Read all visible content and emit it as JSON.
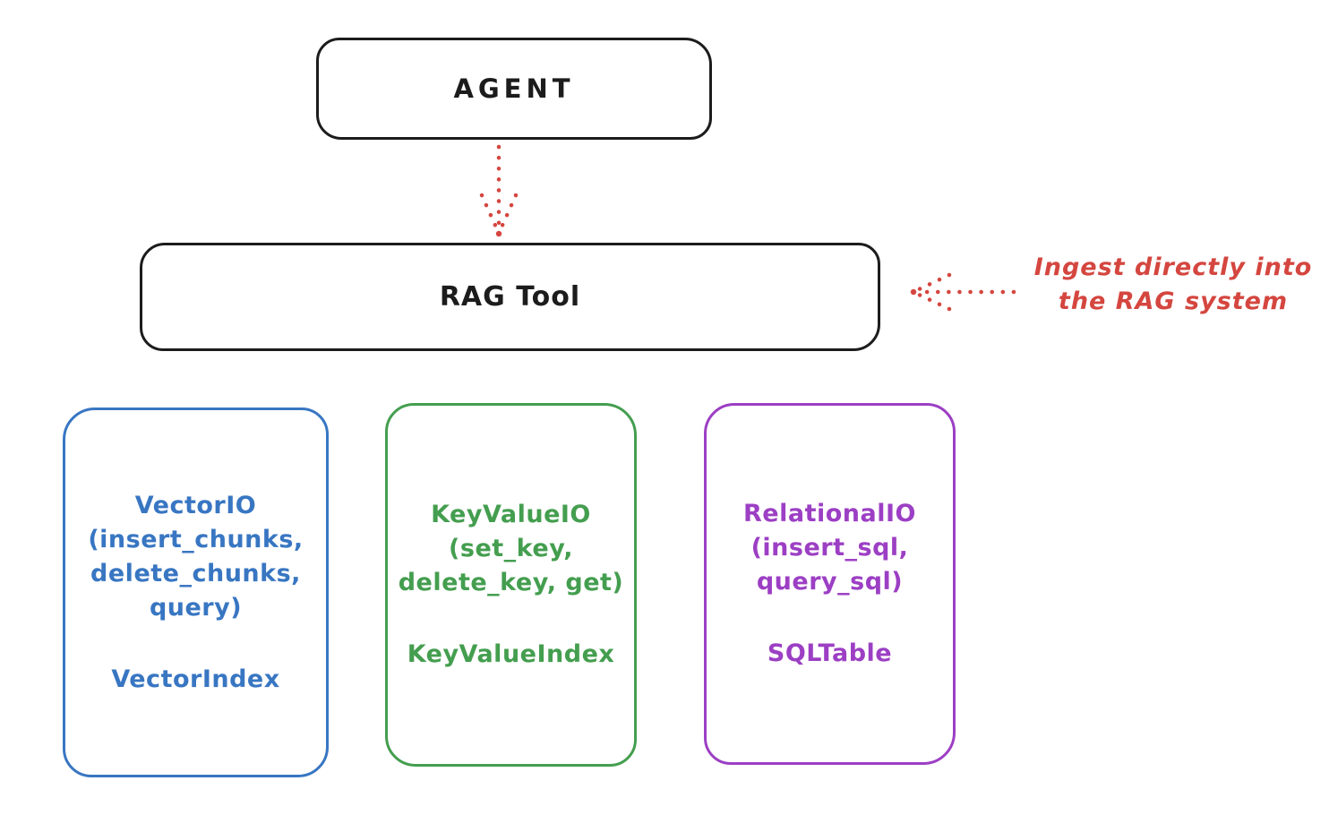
{
  "colors": {
    "stroke": "#1c1c1c",
    "red": "#d4463f",
    "blue": "#3876c2",
    "green": "#449e4f",
    "purple": "#9c3fc4",
    "background": "#ffffff"
  },
  "agent": {
    "label": "AGENT"
  },
  "rag_tool": {
    "label": "RAG Tool"
  },
  "annotation": {
    "line1": "Ingest directly into",
    "line2": "the RAG system"
  },
  "backends": [
    {
      "name": "vector-io",
      "color": "#3876c2",
      "lines": [
        "VectorIO",
        "(insert_chunks,",
        "delete_chunks,",
        "query)"
      ],
      "index_label": "VectorIndex"
    },
    {
      "name": "key-value-io",
      "color": "#449e4f",
      "lines": [
        "KeyValueIO",
        "(set_key,",
        "delete_key, get)"
      ],
      "index_label": "KeyValueIndex"
    },
    {
      "name": "relational-io",
      "color": "#9c3fc4",
      "lines": [
        "RelationalIO",
        "(insert_sql,",
        "query_sql)"
      ],
      "index_label": "SQLTable"
    }
  ]
}
